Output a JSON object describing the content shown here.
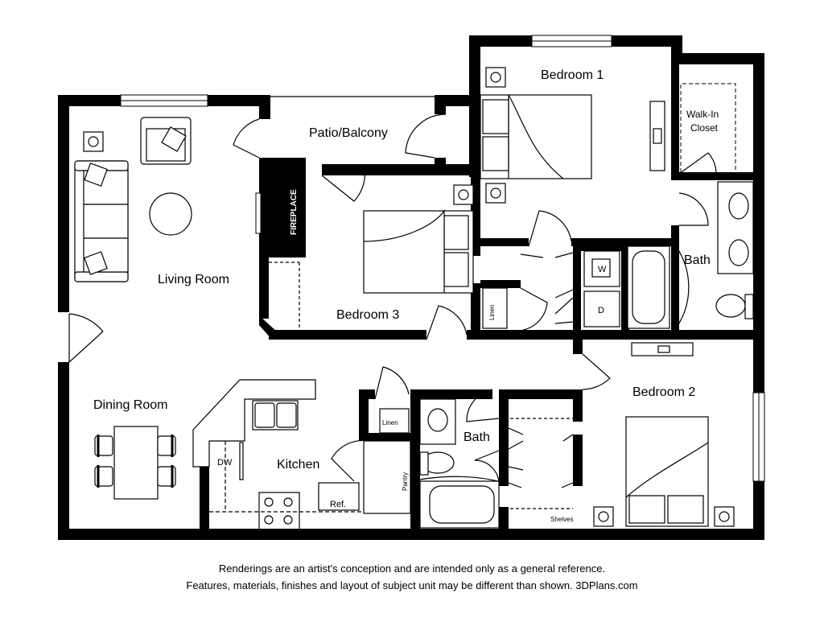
{
  "rooms": {
    "bedroom1": "Bedroom 1",
    "walkin_closet_line1": "Walk-In",
    "walkin_closet_line2": "Closet",
    "patio": "Patio/Balcony",
    "fireplace": "FIREPLACE",
    "living_room": "Living Room",
    "bedroom3": "Bedroom 3",
    "bath_master": "Bath",
    "bedroom2": "Bedroom 2",
    "dining_room": "Dining Room",
    "kitchen": "Kitchen",
    "bath_hall": "Bath"
  },
  "fixtures": {
    "washer": "W",
    "dryer": "D",
    "linen_hall": "Linen",
    "linen_bath": "Linen",
    "dishwasher": "DW",
    "refrigerator": "Ref.",
    "pantry": "Pantry",
    "shelves": "Shelves"
  },
  "disclaimer": {
    "line1": "Renderings are an artist's conception and are intended only as a general reference.",
    "line2": "Features, materials, finishes and layout of subject unit may be different than shown. 3DPlans.com"
  }
}
